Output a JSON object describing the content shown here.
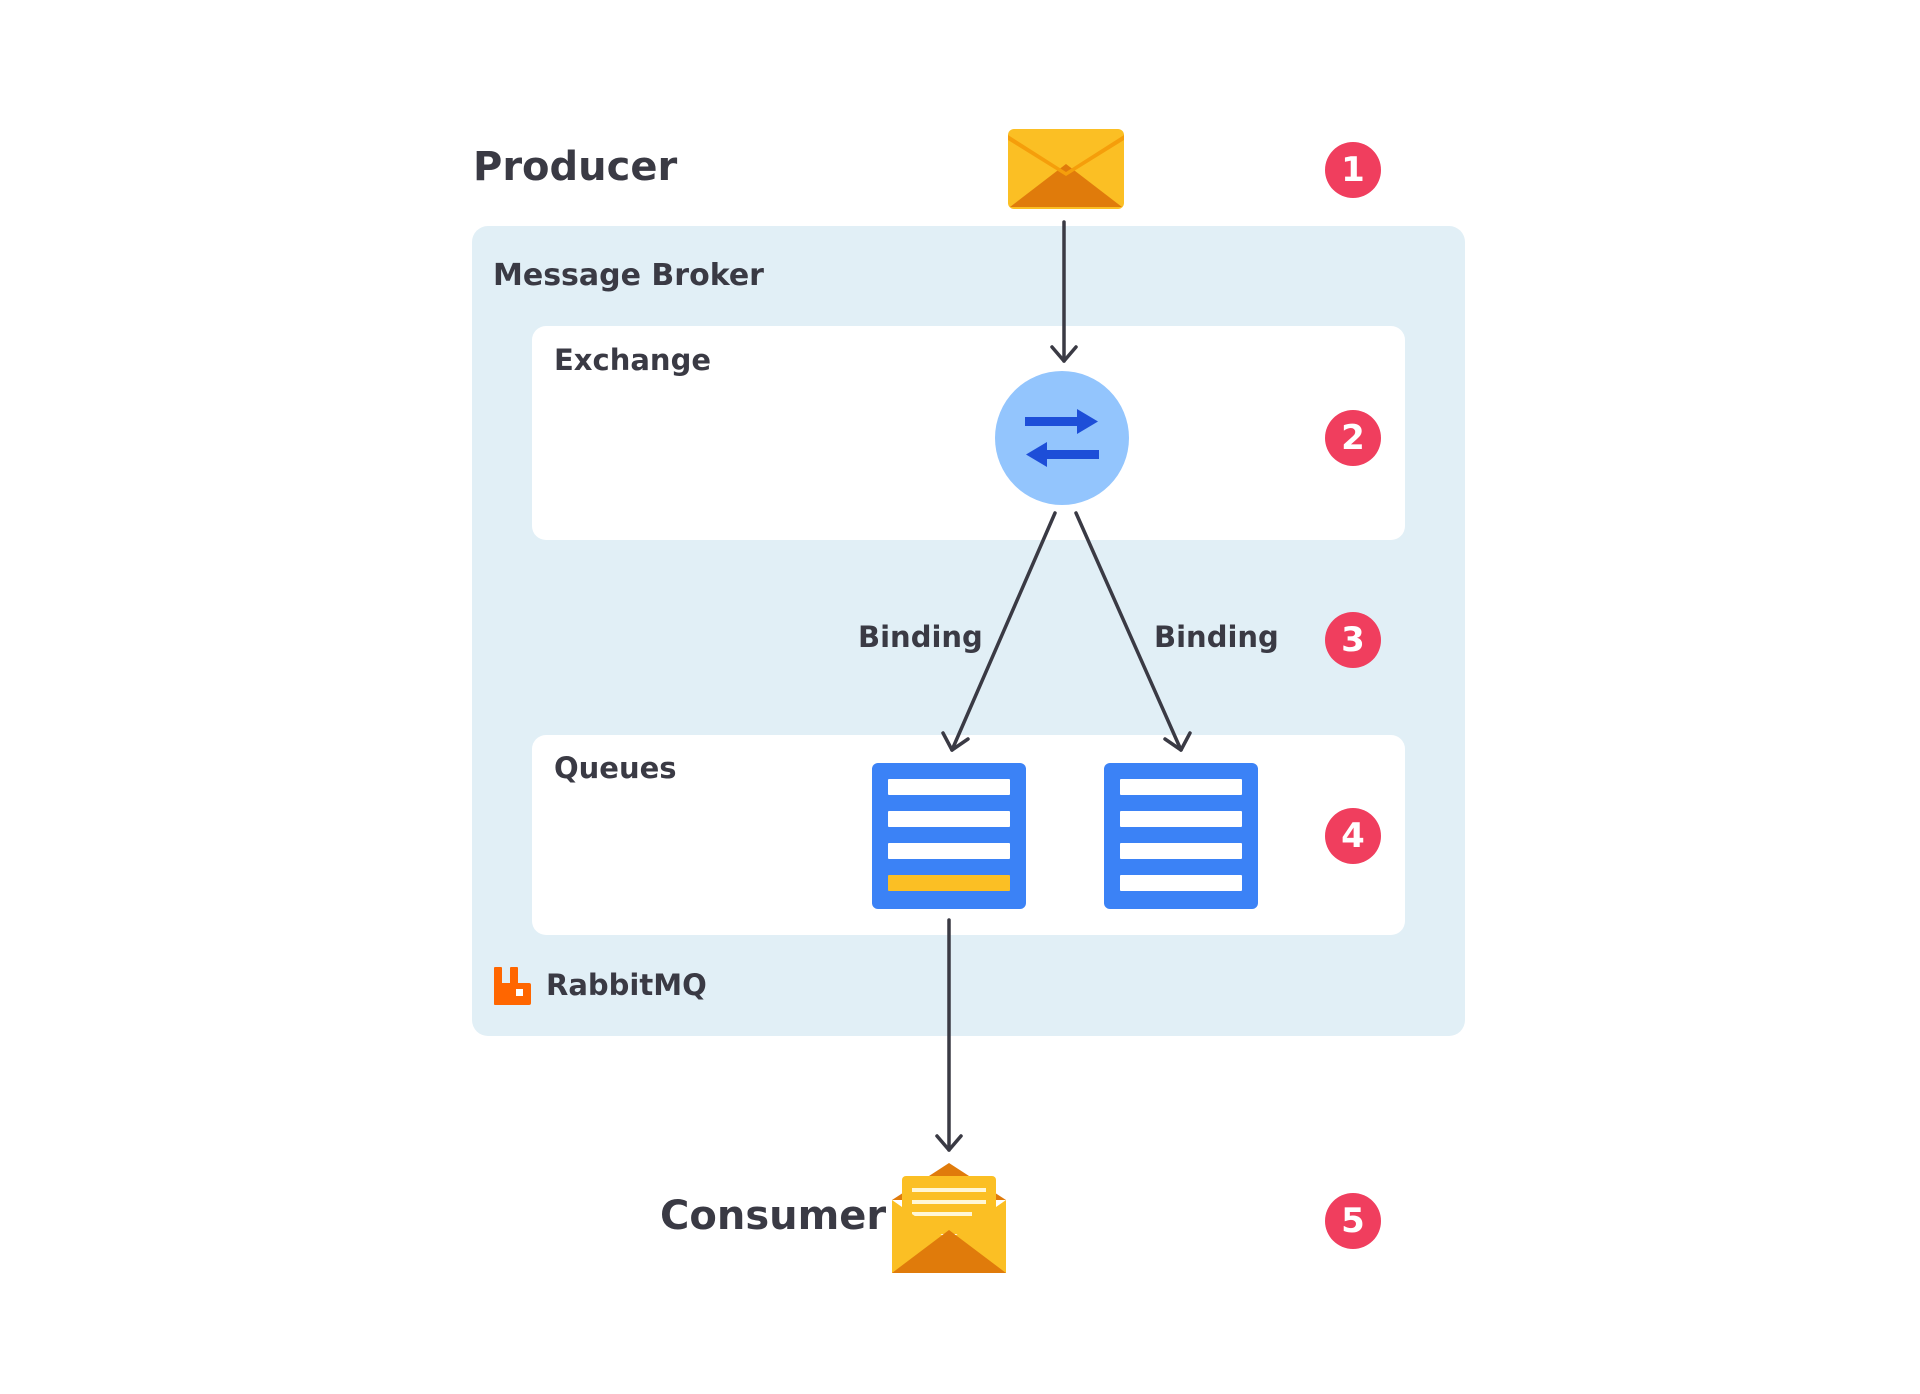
{
  "producer": {
    "label": "Producer",
    "step": "1",
    "icon": "envelope-closed-icon"
  },
  "broker": {
    "label": "Message Broker",
    "exchange": {
      "label": "Exchange",
      "step": "2",
      "icon": "exchange-arrows-icon"
    },
    "binding": {
      "left_label": "Binding",
      "right_label": "Binding",
      "step": "3"
    },
    "queues": {
      "label": "Queues",
      "step": "4",
      "count": 2,
      "icon": "queue-list-icon"
    },
    "brand": {
      "label": "RabbitMQ",
      "icon": "rabbitmq-logo-icon"
    }
  },
  "consumer": {
    "label": "Consumer",
    "step": "5",
    "icon": "envelope-open-icon"
  },
  "colors": {
    "broker_background": "#e1eff6",
    "panel_background": "#ffffff",
    "badge": "#f03e5e",
    "text": "#3a3a44",
    "envelope_light": "#fbbf24",
    "envelope_dark": "#e07b0b",
    "exchange_circle": "#93c5fd",
    "exchange_arrows": "#1d4ed8",
    "queue_blue": "#3b82f6",
    "queue_highlight": "#fbbf24",
    "rabbitmq_orange": "#ff6600",
    "arrow": "#3a3a44"
  }
}
